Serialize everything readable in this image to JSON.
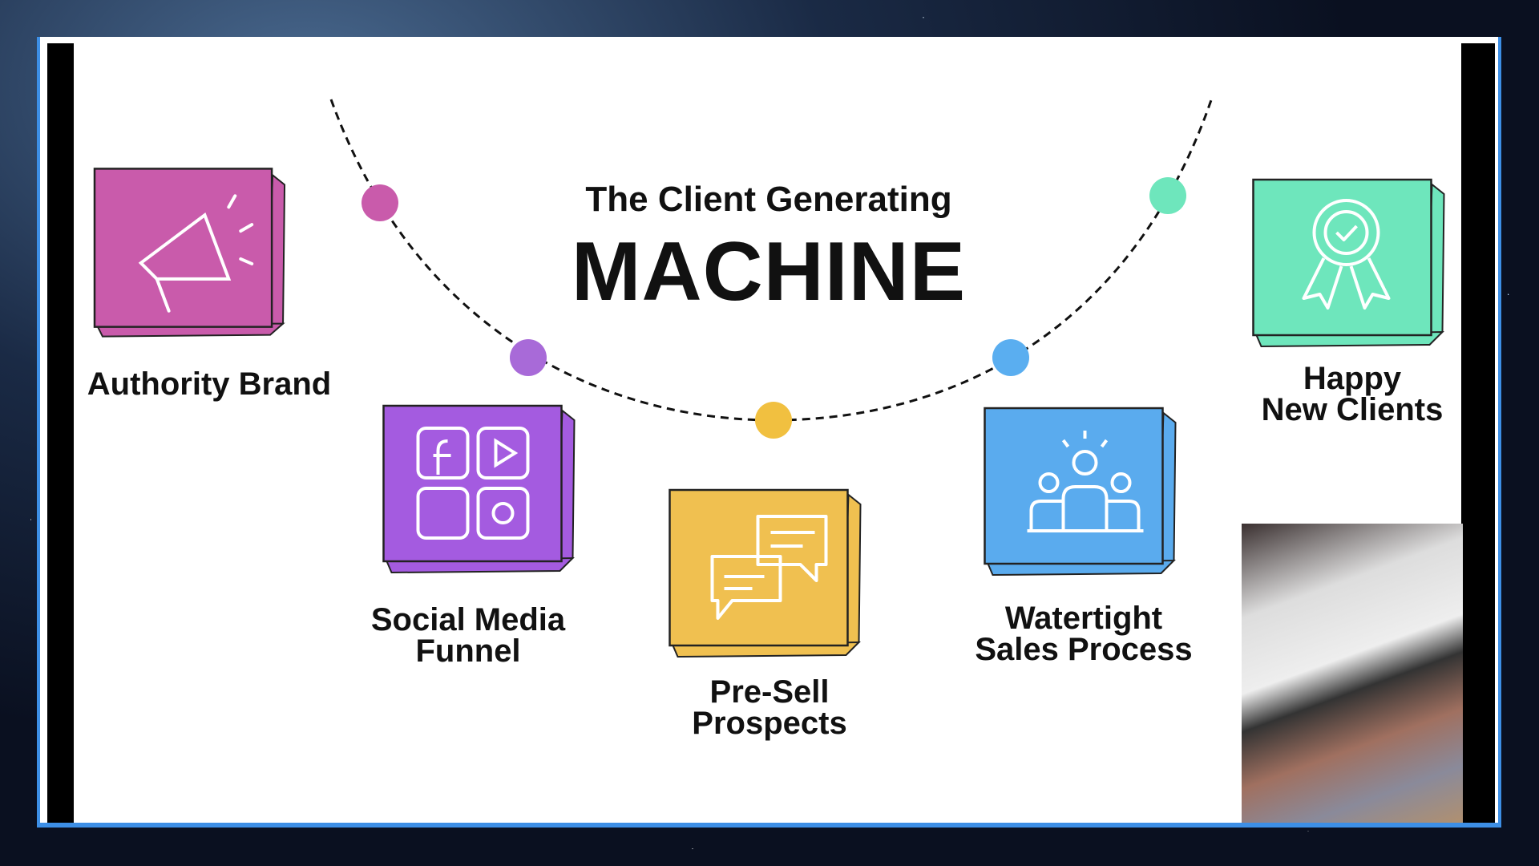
{
  "slide": {
    "title_top": "The Client Generating",
    "title_main": "MACHINE",
    "steps": [
      {
        "label": "Authority Brand",
        "icon": "megaphone-icon",
        "color": "#c95bab"
      },
      {
        "label_line1": "Social Media",
        "label_line2": "Funnel",
        "icon": "social-apps-icon",
        "color": "#a45be0"
      },
      {
        "label_line1": "Pre-Sell",
        "label_line2": "Prospects",
        "icon": "chat-bubbles-icon",
        "color": "#f0c050"
      },
      {
        "label_line1": "Watertight",
        "label_line2": "Sales Process",
        "icon": "team-icon",
        "color": "#5aabee"
      },
      {
        "label_line1": "Happy",
        "label_line2": "New Clients",
        "icon": "award-badge-icon",
        "color": "#6ee6bc"
      }
    ]
  },
  "colors": {
    "frame_border": "#3d8fe6"
  }
}
